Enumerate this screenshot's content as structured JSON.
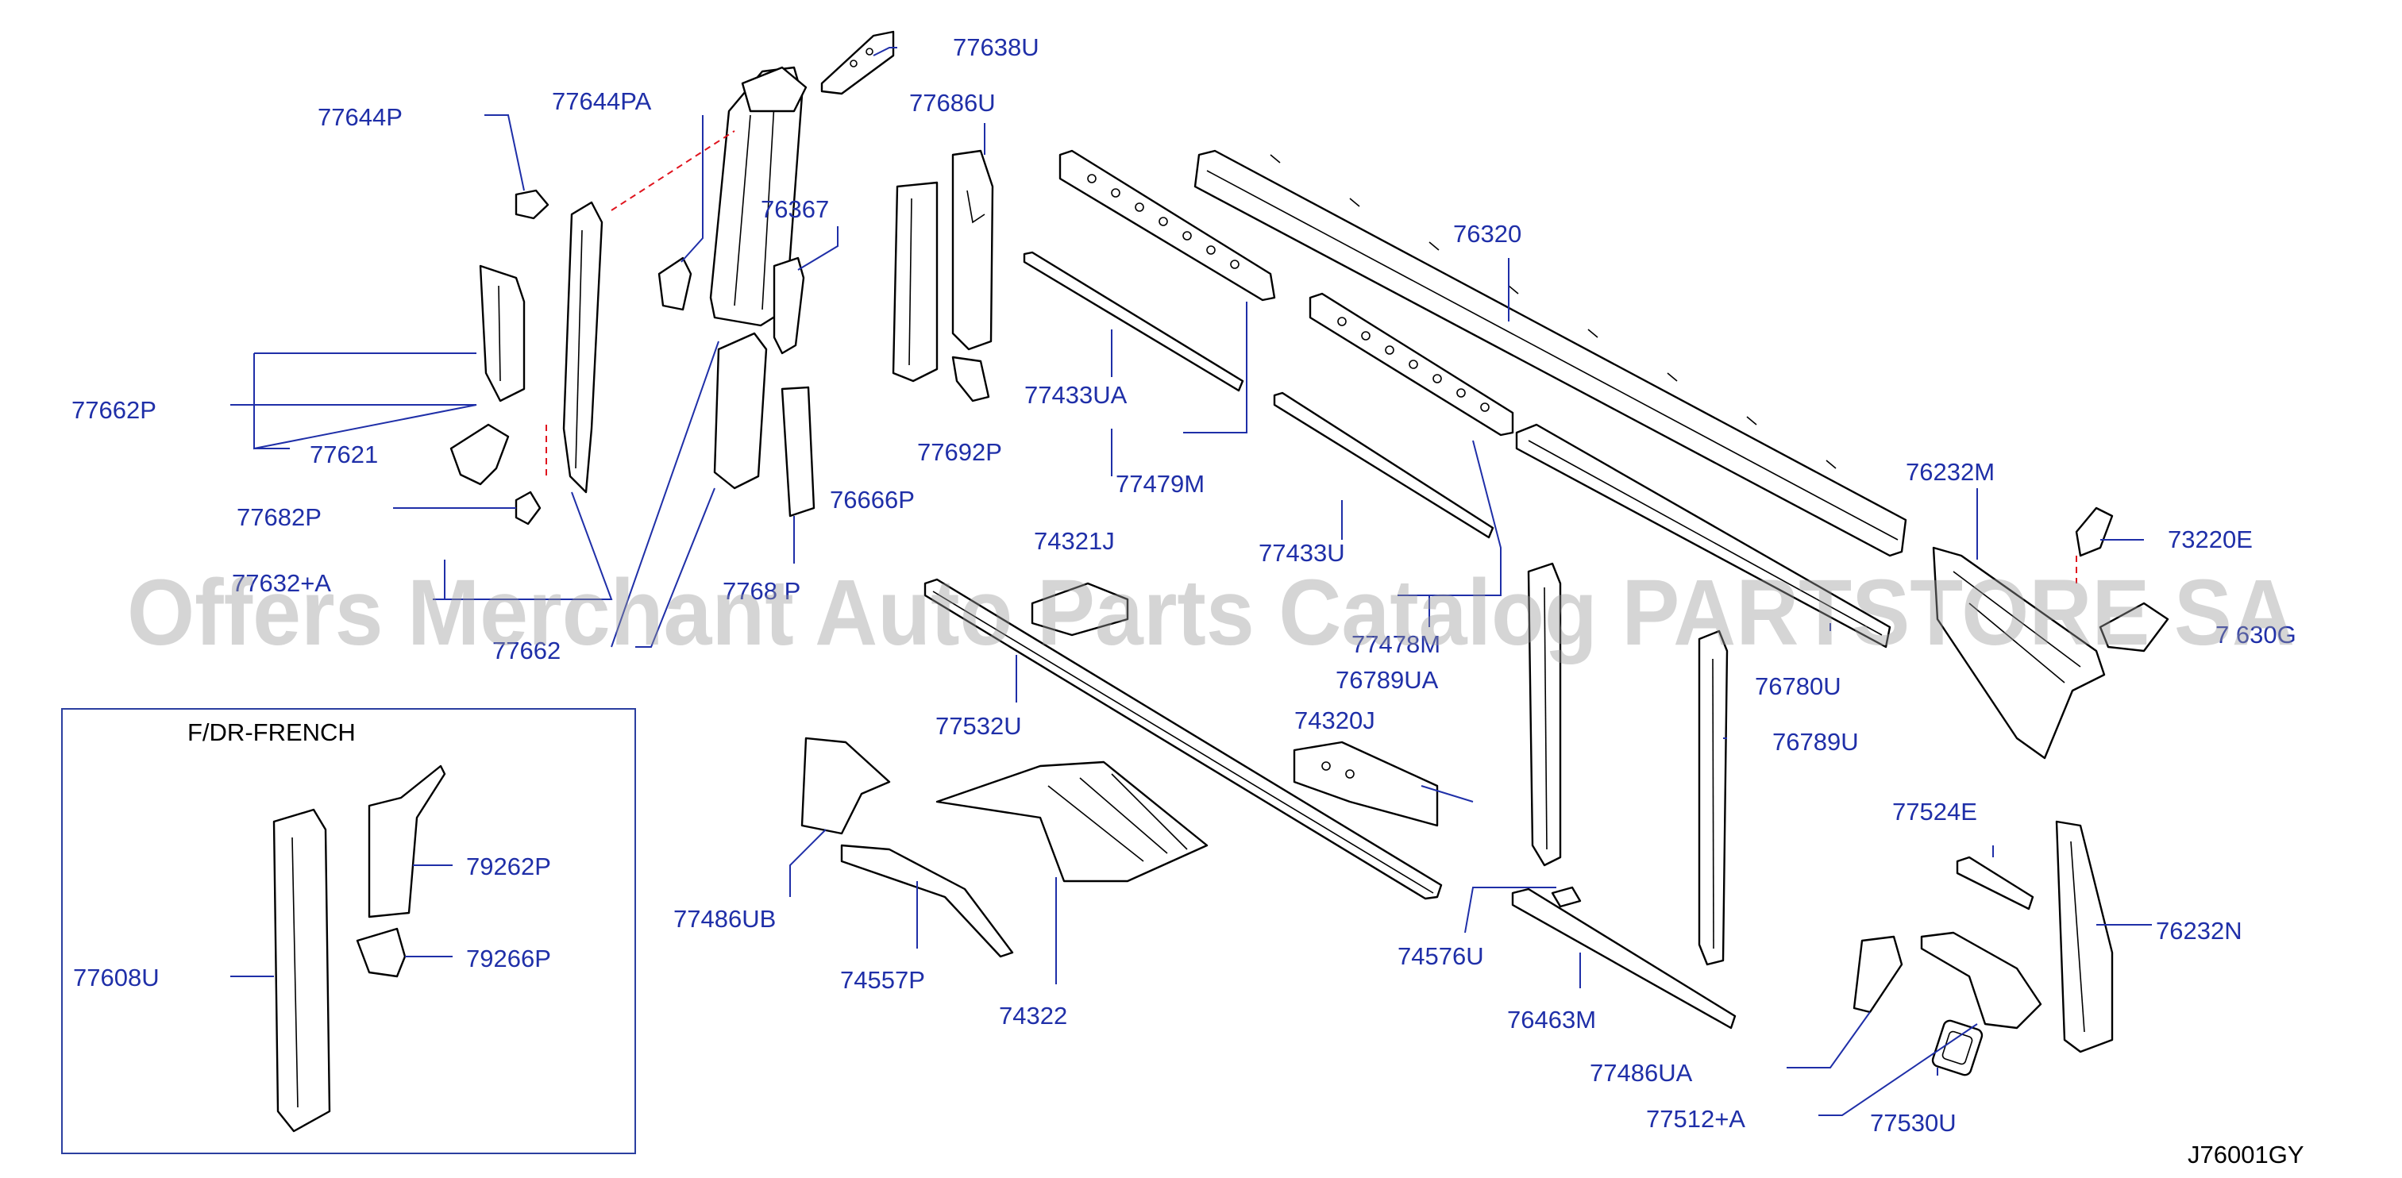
{
  "diagram_code": "J76001GY",
  "watermark": "Offers Merchant Auto Parts Catalog PARTSTORE SA",
  "inset": {
    "title": "F/DR-FRENCH"
  },
  "labels": {
    "p77638U": "77638U",
    "p77644PA": "77644PA",
    "p77644P": "77644P",
    "p77686U": "77686U",
    "p76367": "76367",
    "p76320": "76320",
    "p77662P": "77662P",
    "p77621": "77621",
    "p77682P": "77682P",
    "p77632A": "77632+A",
    "p77662": "77662",
    "p7768xP": "7768 P",
    "p77433UA": "77433UA",
    "p77479M": "77479M",
    "p77692P": "77692P",
    "p76666P": "76666P",
    "p74321J": "74321J",
    "p77433U": "77433U",
    "p77478M": "77478M",
    "p76789UA": "76789UA",
    "p76232M": "76232M",
    "p73220E": "73220E",
    "p7x630G": "7 630G",
    "p76780U": "76780U",
    "p77532U": "77532U",
    "p74320J": "74320J",
    "p76789U": "76789U",
    "p77486UB": "77486UB",
    "p74557P": "74557P",
    "p74322": "74322",
    "p74576U": "74576U",
    "p76463M": "76463M",
    "p77524E": "77524E",
    "p76232N": "76232N",
    "p77486UA": "77486UA",
    "p77512A": "77512+A",
    "p77530U": "77530U",
    "p79262P": "79262P",
    "p79266P": "79266P",
    "p77608U": "77608U"
  }
}
